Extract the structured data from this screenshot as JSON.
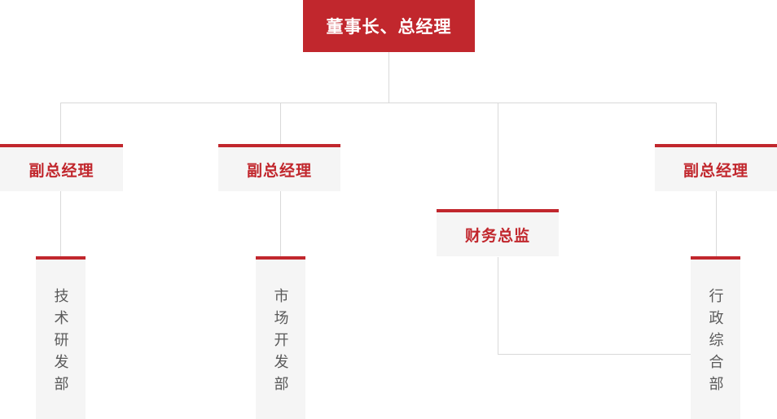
{
  "org_chart": {
    "root": {
      "id": "chairman-general-manager",
      "label": "董事长、总经理"
    },
    "level2": [
      {
        "id": "vice-general-manager-1",
        "label": "副总经理"
      },
      {
        "id": "vice-general-manager-2",
        "label": "副总经理"
      },
      {
        "id": "finance-director",
        "label": "财务总监"
      },
      {
        "id": "vice-general-manager-3",
        "label": "副总经理"
      }
    ],
    "level3": [
      {
        "id": "tech-rd-department",
        "label": "技术研发部"
      },
      {
        "id": "market-dev-department",
        "label": "市场开发部"
      },
      {
        "id": "admin-general-department",
        "label": "行政综合部"
      }
    ]
  },
  "colors": {
    "accent_red": "#c1272d",
    "node_background": "#f5f5f5",
    "connector_line": "#d9d9d9",
    "root_text": "#ffffff",
    "department_text": "#5a5a5a",
    "page_background": "#ffffff"
  }
}
